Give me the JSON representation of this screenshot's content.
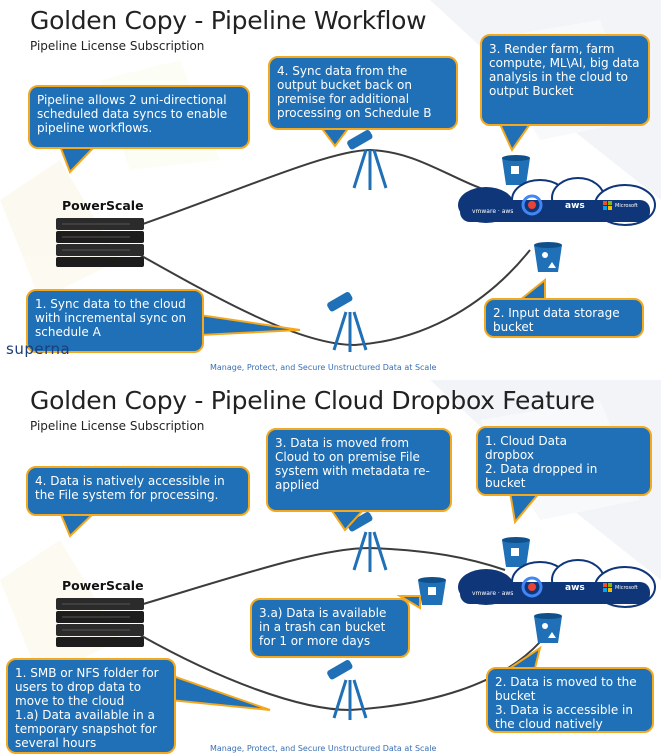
{
  "slide1": {
    "title": "Golden Copy - Pipeline Workflow",
    "subtitle": "Pipeline License Subscription",
    "powerscale_label": "PowerScale",
    "callouts": {
      "pipeline_intro": "Pipeline allows 2 uni-directional scheduled data syncs to enable pipeline workflows.",
      "step4": "4. Sync data from the output bucket back on premise for additional processing  on Schedule B",
      "step3": "3. Render farm, farm compute, ML\\AI, big data analysis in the cloud to output Bucket",
      "step1": "1. Sync data to the cloud with incremental sync on schedule A",
      "step2": "2.  Input data storage bucket"
    },
    "footer": "Manage, Protect, and Secure Unstructured Data at Scale",
    "logo": "superna",
    "cloud_vendors": [
      "vmware aws",
      "aws",
      "Microsoft Azure"
    ]
  },
  "slide2": {
    "title": "Golden Copy - Pipeline Cloud Dropbox Feature",
    "subtitle": "Pipeline License Subscription",
    "powerscale_label": "PowerScale",
    "callouts": {
      "step4": "4.  Data is natively accessible in the File system for processing.",
      "step3": "3. Data is moved from Cloud to on premise File system with metadata re-applied",
      "step1_2": "1.    Cloud Data\n       dropbox\n2.    Data dropped in\n       bucket",
      "step3a": "3.a) Data is available in a trash can bucket for 1 or more days",
      "smb": "1. SMB or NFS folder for users to drop data to move to the cloud\n1.a) Data available in a temporary snapshot for several hours",
      "step2_3": "2.  Data is moved to the bucket\n3.  Data is accessible in the cloud natively"
    },
    "footer": "Manage, Protect, and Secure Unstructured Data at Scale",
    "cloud_vendors": [
      "vmware aws",
      "aws",
      "Microsoft Azure"
    ]
  },
  "colors": {
    "callout_fill": "#1f70b6",
    "callout_border": "#f4a81d",
    "curve": "#3c3c3c",
    "bucket": "#1f70b6",
    "cloud_dark": "#10367a"
  }
}
